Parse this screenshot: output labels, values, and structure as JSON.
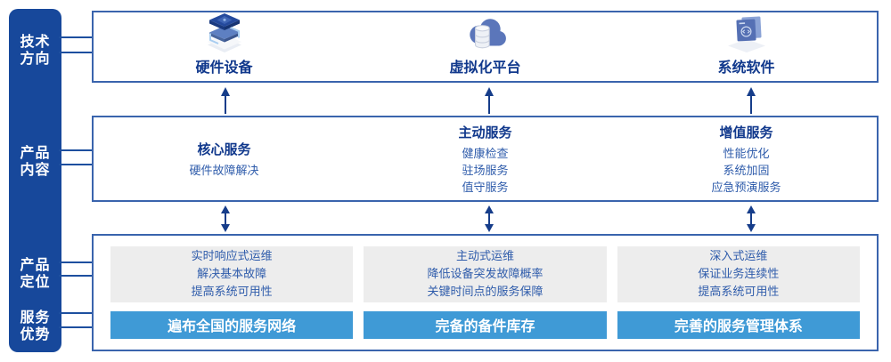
{
  "colors": {
    "rail_blue": "#17489b",
    "border_blue": "#3a64ad",
    "heading_blue": "#10388c",
    "body_blue": "#2f5cab",
    "banner_blue": "#3f9ad6",
    "gray_panel": "#ededed",
    "arrow_navy": "#163d8a"
  },
  "sidebar": {
    "items": [
      {
        "label": "技术\n方向"
      },
      {
        "label": "产品\n内容"
      },
      {
        "label": "产品\n定位"
      },
      {
        "label": "服务\n优势"
      }
    ]
  },
  "tech_row": {
    "items": [
      {
        "icon": "server-stack-icon",
        "label": "硬件设备"
      },
      {
        "icon": "cloud-database-icon",
        "label": "虚拟化平台"
      },
      {
        "icon": "code-window-icon",
        "label": "系统软件"
      }
    ]
  },
  "content_row": {
    "items": [
      {
        "title": "核心服务",
        "lines": [
          "硬件故障解决"
        ]
      },
      {
        "title": "主动服务",
        "lines": [
          "健康检查",
          "驻场服务",
          "值守服务"
        ]
      },
      {
        "title": "增值服务",
        "lines": [
          "性能优化",
          "系统加固",
          "应急预演服务"
        ]
      }
    ]
  },
  "positioning_row": {
    "items": [
      {
        "points": [
          "实时响应式运维",
          "解决基本故障",
          "提高系统可用性"
        ],
        "banner": "遍布全国的服务网络"
      },
      {
        "points": [
          "主动式运维",
          "降低设备突发故障概率",
          "关键时间点的服务保障"
        ],
        "banner": "完备的备件库存"
      },
      {
        "points": [
          "深入式运维",
          "保证业务连续性",
          "提高系统可用性"
        ],
        "banner": "完善的服务管理体系"
      }
    ]
  }
}
